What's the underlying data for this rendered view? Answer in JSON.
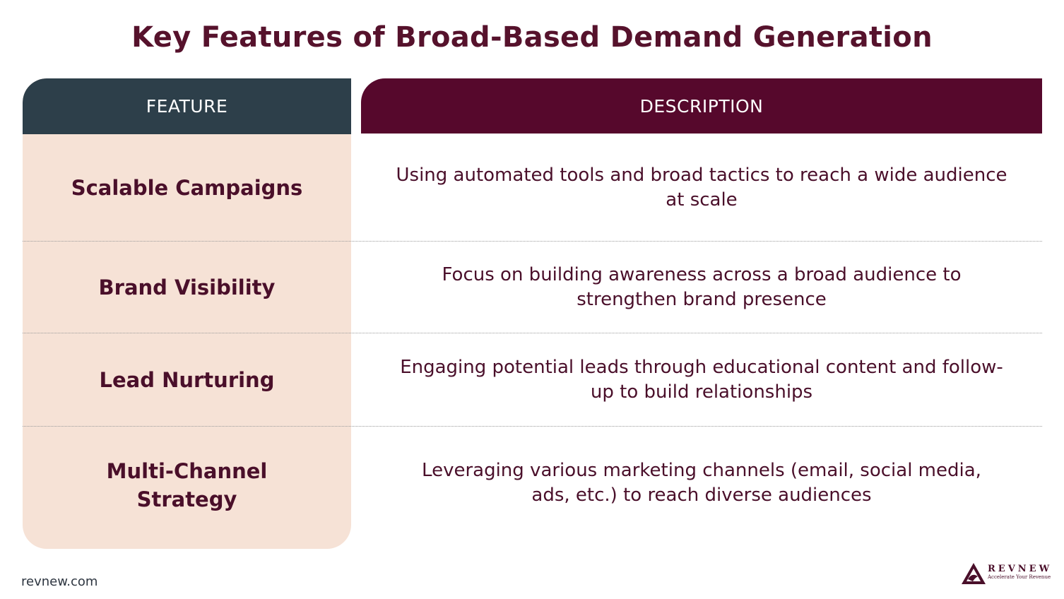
{
  "title": "Key Features of Broad-Based Demand Generation",
  "headers": {
    "feature": "FEATURE",
    "description": "DESCRIPTION"
  },
  "rows": [
    {
      "feature": "Scalable Campaigns",
      "description": "Using automated tools and broad tactics to reach a wide audience at scale"
    },
    {
      "feature": "Brand Visibility",
      "description": "Focus on building awareness across a broad audience to strengthen brand presence"
    },
    {
      "feature": "Lead Nurturing",
      "description": "Engaging potential leads through educational content and follow-up to build relationships"
    },
    {
      "feature": "Multi-Channel Strategy",
      "description": "Leveraging various marketing channels (email, social media, ads, etc.) to reach diverse audiences"
    }
  ],
  "footer": {
    "url": "revnew.com",
    "logo_name": "REVNEW",
    "logo_tagline": "Accelerate Your Revenue"
  },
  "colors": {
    "title": "#56122c",
    "feature_header_bg": "#2d3f4a",
    "description_header_bg": "#56082c",
    "feature_column_bg": "#f6e2d6",
    "body_text": "#4a0f2a"
  },
  "icons": {
    "logo_mark": "revnew-logo-icon"
  }
}
